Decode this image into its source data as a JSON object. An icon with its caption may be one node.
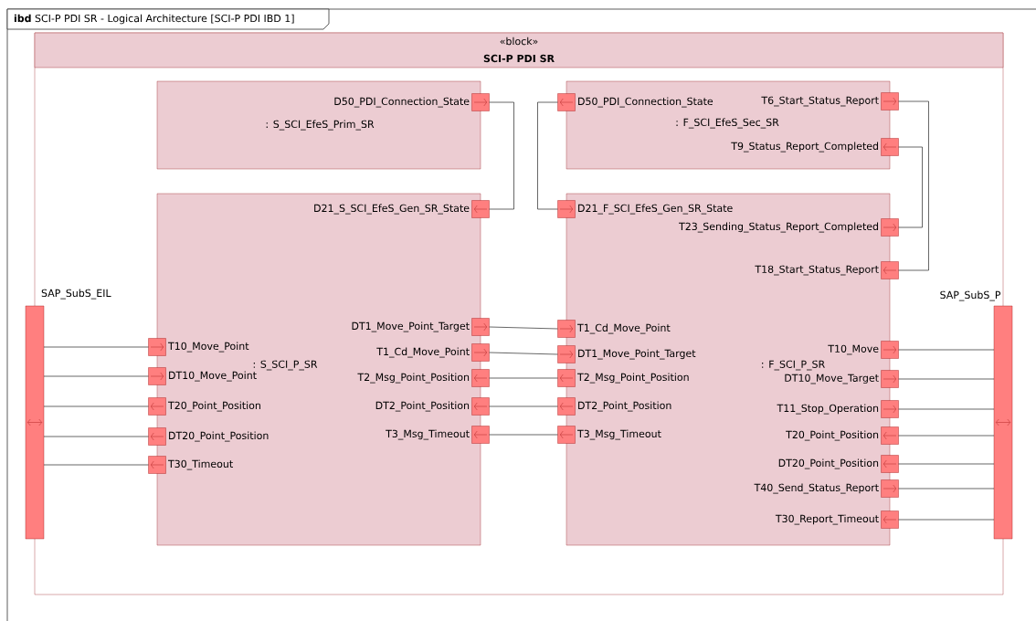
{
  "diagram": {
    "title": "**ibd** SCI-P PDI SR - Logical Architecture [SCI-P PDI IBD 1]",
    "nodes": [
      {
        "text": [
          "«block»",
          "SCI-P PDI SR"
        ]
      },
      {
        "text": [
          ": S_SCI_EfeS_Prim_SR"
        ],
        "in": 0
      },
      {
        "text": [
          ": F_SCI_EfeS_Sec_SR"
        ],
        "in": 0
      },
      {
        "text": [
          ": S_SCI_P_SR"
        ],
        "in": 0
      },
      {
        "text": [
          ": F_SCI_P_SR"
        ],
        "in": 0
      },
      {
        "text": [
          "SAP_SubS_EIL"
        ]
      },
      {
        "text": [
          "SAP_SubS_P"
        ]
      },
      {
        "text": [],
        "shape": "box",
        "beside": [
          "D50_PDI_Connection_State"
        ],
        "in": 0
      },
      {
        "text": [],
        "shape": "box",
        "beside": [
          "D21_S_SCI_EfeS_Gen_SR_State"
        ],
        "in": 0
      },
      {
        "text": [],
        "shape": "box",
        "beside": [
          "DT1_Move_Point_Target"
        ],
        "in": 0
      },
      {
        "text": [],
        "shape": "box",
        "beside": [
          "T1_Cd_Move_Point"
        ],
        "in": 0
      },
      {
        "text": [],
        "shape": "box",
        "beside": [
          "T2_Msg_Point_Position"
        ],
        "in": 0
      },
      {
        "text": [],
        "shape": "box",
        "beside": [
          "DT2_Point_Position"
        ],
        "in": 0
      },
      {
        "text": [],
        "shape": "box",
        "beside": [
          "T3_Msg_Timeout"
        ],
        "in": 0
      },
      {
        "text": [],
        "shape": "box",
        "beside": [
          "T10_Move_Point"
        ],
        "in": 0
      },
      {
        "text": [],
        "shape": "box",
        "beside": [
          "DT10_Move_Point"
        ],
        "in": 0
      },
      {
        "text": [],
        "shape": "box",
        "beside": [
          "T20_Point_Position"
        ],
        "in": 0
      },
      {
        "text": [],
        "shape": "box",
        "beside": [
          "DT20_Point_Position"
        ],
        "in": 0
      },
      {
        "text": [],
        "shape": "box",
        "beside": [
          "T30_Timeout"
        ],
        "in": 0
      },
      {
        "text": [],
        "shape": "box",
        "beside": [
          "D50_PDI_Connection_State"
        ],
        "in": 0
      },
      {
        "text": [],
        "shape": "box",
        "beside": [
          "T6_Start_Status_Report"
        ],
        "in": 0
      },
      {
        "text": [],
        "shape": "box",
        "beside": [
          "T9_Status_Report_Completed"
        ],
        "in": 0
      },
      {
        "text": [],
        "shape": "box",
        "beside": [
          "D21_F_SCI_EfeS_Gen_SR_State"
        ],
        "in": 0
      },
      {
        "text": [],
        "shape": "box",
        "beside": [
          "T23_Sending_Status_Report_Completed"
        ],
        "in": 0
      },
      {
        "text": [],
        "shape": "box",
        "beside": [
          "T18_Start_Status_Report"
        ],
        "in": 0
      },
      {
        "text": [],
        "shape": "box",
        "beside": [
          "T1_Cd_Move_Point"
        ],
        "in": 0
      },
      {
        "text": [],
        "shape": "box",
        "beside": [
          "DT1_Move_Point_Target"
        ],
        "in": 0
      },
      {
        "text": [],
        "shape": "box",
        "beside": [
          "T2_Msg_Point_Position"
        ],
        "in": 0
      },
      {
        "text": [],
        "shape": "box",
        "beside": [
          "DT2_Point_Position"
        ],
        "in": 0
      },
      {
        "text": [],
        "shape": "box",
        "beside": [
          "T3_Msg_Timeout"
        ],
        "in": 0
      },
      {
        "text": [],
        "shape": "box",
        "beside": [
          "T10_Move"
        ],
        "in": 0
      },
      {
        "text": [],
        "shape": "box",
        "beside": [
          "DT10_Move_Target"
        ],
        "in": 0
      },
      {
        "text": [],
        "shape": "box",
        "beside": [
          "T11_Stop_Operation"
        ],
        "in": 0
      },
      {
        "text": [],
        "shape": "box",
        "beside": [
          "T20_Point_Position"
        ],
        "in": 0
      },
      {
        "text": [],
        "shape": "box",
        "beside": [
          "DT20_Point_Position"
        ],
        "in": 0
      },
      {
        "text": [],
        "shape": "box",
        "beside": [
          "T40_Send_Status_Report"
        ],
        "in": 0
      },
      {
        "text": [],
        "shape": "box",
        "beside": [
          "T30_Report_Timeout"
        ],
        "in": 0
      }
    ],
    "edges": [
      {
        "from": 7,
        "to": 8,
        "arrow": "none"
      },
      {
        "from": 19,
        "to": 22,
        "arrow": "none"
      },
      {
        "from": 20,
        "to": 24,
        "arrow": "none"
      },
      {
        "from": 21,
        "to": 23,
        "arrow": "none"
      },
      {
        "from": 9,
        "to": 25,
        "arrow": "none"
      },
      {
        "from": 10,
        "to": 26,
        "arrow": "none"
      },
      {
        "from": 11,
        "to": 27,
        "arrow": "none"
      },
      {
        "from": 12,
        "to": 28,
        "arrow": "none"
      },
      {
        "from": 13,
        "to": 29,
        "arrow": "none"
      },
      {
        "from": 5,
        "to": 14,
        "arrow": "none"
      },
      {
        "from": 5,
        "to": 15,
        "arrow": "none"
      },
      {
        "from": 5,
        "to": 16,
        "arrow": "none"
      },
      {
        "from": 5,
        "to": 17,
        "arrow": "none"
      },
      {
        "from": 5,
        "to": 18,
        "arrow": "none"
      },
      {
        "from": 30,
        "to": 6,
        "arrow": "none"
      },
      {
        "from": 31,
        "to": 6,
        "arrow": "none"
      },
      {
        "from": 32,
        "to": 6,
        "arrow": "none"
      },
      {
        "from": 33,
        "to": 6,
        "arrow": "none"
      },
      {
        "from": 34,
        "to": 6,
        "arrow": "none"
      },
      {
        "from": 35,
        "to": 6,
        "arrow": "none"
      },
      {
        "from": 36,
        "to": 6,
        "arrow": "none"
      }
    ]
  }
}
